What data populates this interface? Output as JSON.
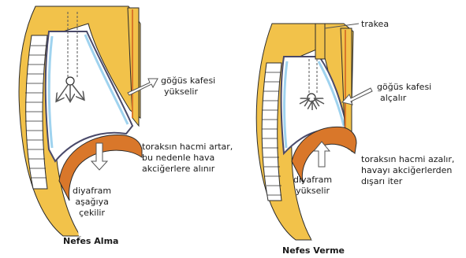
{
  "diagrams": [
    {
      "caption": "Nefes Alma",
      "labels": {
        "chest": [
          "göğüs kafesi",
          "yükselir"
        ],
        "thorax": [
          "toraksın hacmi artar,",
          "bu nedenle hava",
          "akciğerlere alınır"
        ],
        "diaphragm": [
          "diyafram",
          "aşağıya",
          "çekilir"
        ]
      }
    },
    {
      "caption": "Nefes Verme",
      "labels": {
        "trachea": [
          "trakea"
        ],
        "chest": [
          "göğüs kafesi",
          "alçalır"
        ],
        "thorax": [
          "toraksın hacmi azalır,",
          "havayı akciğerlerden",
          "dışarı iter"
        ],
        "diaphragm": [
          "diyafram",
          "yükselir"
        ]
      }
    }
  ],
  "colors": {
    "fat": "#f2c24a",
    "muscle": "#d9772a",
    "lung_line": "#4a4a6a",
    "pleura": "#9fd3ef",
    "outline": "#2b2b2b"
  }
}
